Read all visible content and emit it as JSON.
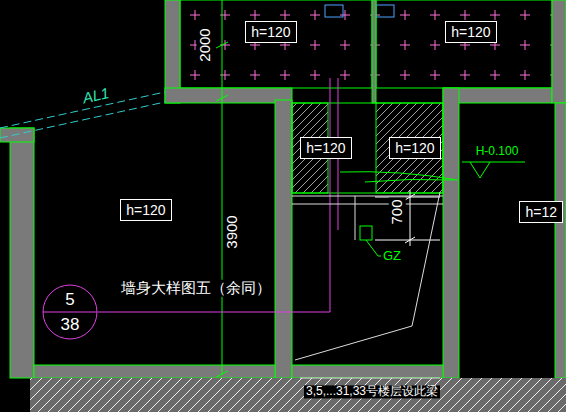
{
  "diagram": {
    "nodes": [
      {
        "text": [
          "h=120"
        ]
      },
      {
        "text": [
          "h=120"
        ]
      },
      {
        "text": [
          "h=120"
        ]
      },
      {
        "text": [
          "h=120"
        ]
      },
      {
        "text": [
          "h=120"
        ]
      },
      {
        "text": [
          "h=12"
        ]
      },
      {
        "text": [
          "5",
          "38"
        ]
      }
    ],
    "labels": [
      "2000",
      "AL1",
      "3900",
      "700",
      "H-0.100",
      "GZ",
      "墙身大样图五（余同）",
      "3,5,...31,33号楼层设此梁"
    ]
  }
}
